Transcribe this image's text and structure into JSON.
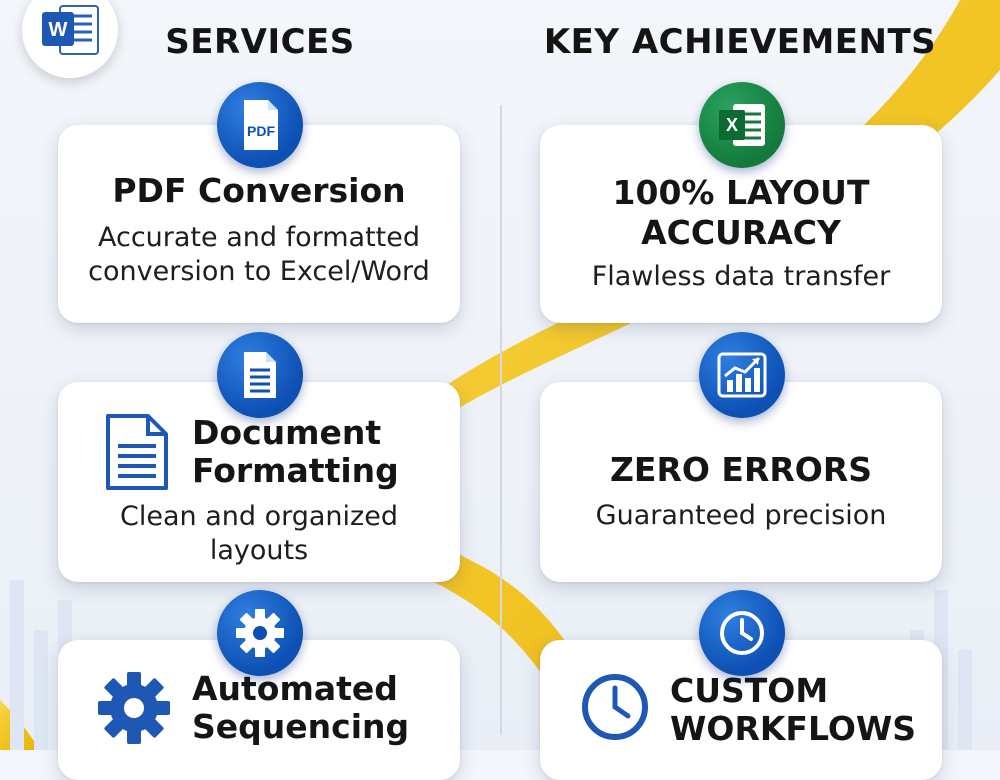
{
  "headers": {
    "services": "SERVICES",
    "achievements": "KEY ACHIEVEMENTS"
  },
  "logo": {
    "icon": "word-logo-icon",
    "letter": "W"
  },
  "services": [
    {
      "title": "PDF Conversion",
      "desc_line1": "Accurate and formatted",
      "desc_line2": "conversion to Excel/Word",
      "badge_icon": "pdf-file-icon",
      "badge_text": "PDF"
    },
    {
      "title_line1": "Document",
      "title_line2": "Formatting",
      "desc_line1": "Clean and organized",
      "desc_line2": "layouts",
      "badge_icon": "document-icon",
      "inline_icon": "document-icon"
    },
    {
      "title_line1": "Automated",
      "title_line2": "Sequencing",
      "badge_icon": "gear-icon",
      "inline_icon": "gear-icon"
    }
  ],
  "achievements": [
    {
      "title_line1": "100% LAYOUT",
      "title_line2": "ACCURACY",
      "desc": "Flawless data transfer",
      "badge_icon": "excel-logo-icon",
      "badge_text": "X"
    },
    {
      "title": "ZERO ERRORS",
      "desc": "Guaranteed precision",
      "badge_icon": "growth-chart-icon"
    },
    {
      "title_line1": "CUSTOM",
      "title_line2": "WORKFLOWS",
      "badge_icon": "clock-icon",
      "inline_icon": "clock-icon"
    }
  ],
  "colors": {
    "accent_blue": "#0d4fb3",
    "excel_green": "#137a3c",
    "ribbon_yellow": "#f5c518"
  }
}
